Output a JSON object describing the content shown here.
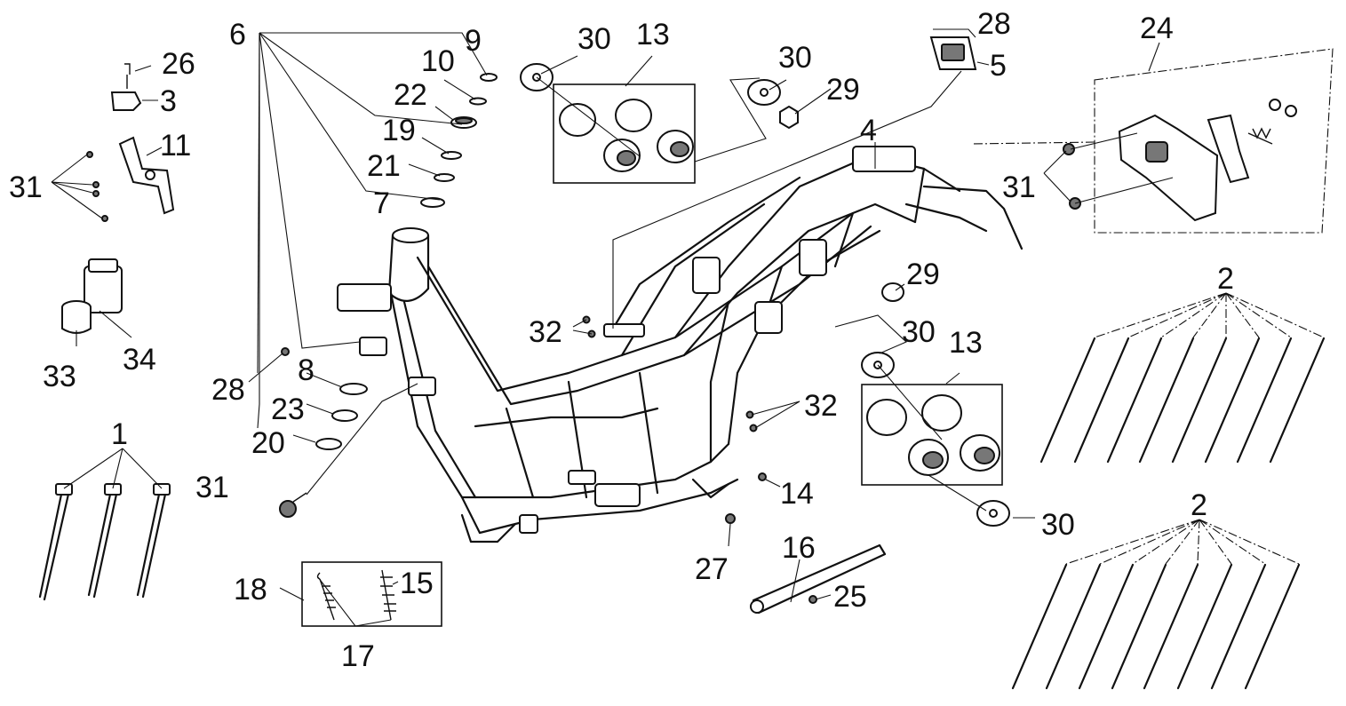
{
  "labels": {
    "p1": "1",
    "p2a": "2",
    "p2b": "2",
    "p3": "3",
    "p4": "4",
    "p5": "5",
    "p6": "6",
    "p7": "7",
    "p8": "8",
    "p9": "9",
    "p10": "10",
    "p11": "11",
    "p13a": "13",
    "p13b": "13",
    "p14": "14",
    "p15": "15",
    "p16": "16",
    "p17": "17",
    "p18": "18",
    "p19": "19",
    "p20": "20",
    "p21": "21",
    "p22": "22",
    "p23": "23",
    "p24": "24",
    "p25": "25",
    "p26": "26",
    "p27": "27",
    "p28a": "28",
    "p28b": "28",
    "p29a": "29",
    "p29b": "29",
    "p30a": "30",
    "p30b": "30",
    "p30c": "30",
    "p30d": "30",
    "p31a": "31",
    "p31b": "31",
    "p31c": "31",
    "p32a": "32",
    "p32b": "32",
    "p33": "33",
    "p34": "34"
  }
}
